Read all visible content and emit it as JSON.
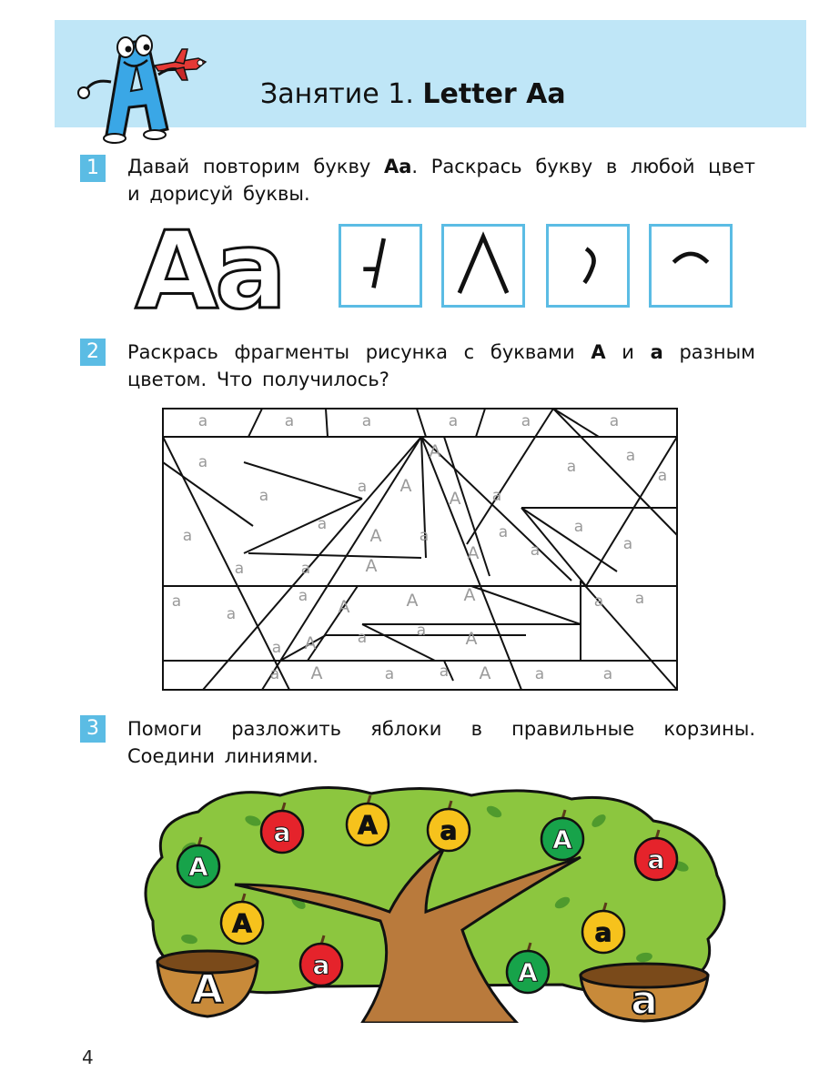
{
  "header": {
    "lesson_prefix": "Занятие 1.",
    "lesson_title": "Letter Aa"
  },
  "tasks": [
    {
      "number": "1",
      "line1_a": "Давай повторим букву ",
      "line1_bold": "Aa",
      "line1_b": ". Раскрась букву в любой цвет",
      "line2": "и дорисуй буквы."
    },
    {
      "number": "2",
      "line1_a": "Раскрась фрагменты рисунка с буквами ",
      "bold1": "A",
      "mid": " и ",
      "bold2": "a",
      "line1_b": " разным",
      "line2": "цветом. Что получилось?"
    },
    {
      "number": "3",
      "line1": "Помоги разложить яблоки в правильные корзины.",
      "line2": "Соедини линиями."
    }
  ],
  "big_letters": "Aa",
  "mosaic_letters": {
    "upper": "A",
    "lower": "a"
  },
  "tree": {
    "basket_left_letter": "A",
    "basket_right_letter": "a",
    "apples": [
      {
        "letter": "a",
        "color": "red"
      },
      {
        "letter": "A",
        "color": "yellow"
      },
      {
        "letter": "a",
        "color": "yellow"
      },
      {
        "letter": "A",
        "color": "green"
      },
      {
        "letter": "A",
        "color": "green"
      },
      {
        "letter": "a",
        "color": "red"
      },
      {
        "letter": "A",
        "color": "yellow"
      },
      {
        "letter": "a",
        "color": "yellow"
      },
      {
        "letter": "a",
        "color": "red"
      },
      {
        "letter": "A",
        "color": "green"
      }
    ]
  },
  "page_number": "4",
  "colors": {
    "header_band": "#bfe6f7",
    "accent_blue": "#5bbce4",
    "apple_red": "#e5232b",
    "apple_yellow": "#f6c21c",
    "apple_green": "#17a34a",
    "leaf_green": "#8cc63f",
    "trunk_brown": "#b97a3c"
  }
}
